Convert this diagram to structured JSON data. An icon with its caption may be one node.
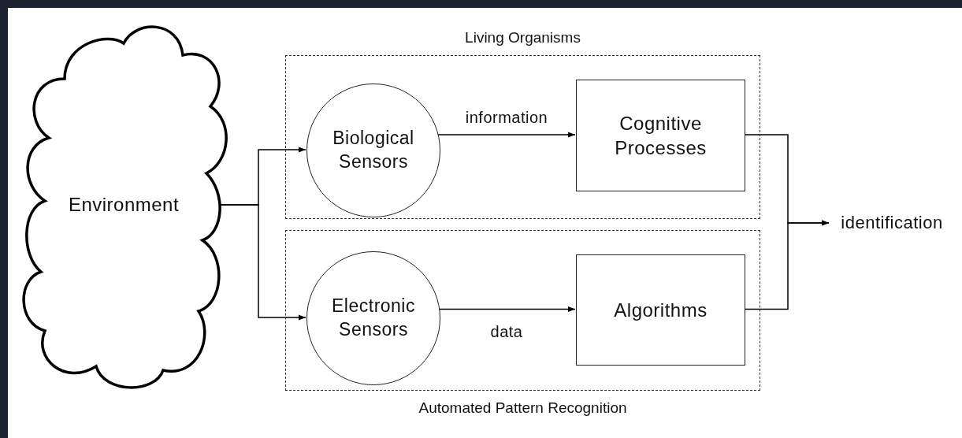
{
  "diagram": {
    "nodes": [
      {
        "text": [
          "Environment"
        ]
      },
      {
        "text": [
          "Living Organisms"
        ]
      },
      {
        "text": [
          "Biological Sensors"
        ],
        "in": 1
      },
      {
        "text": [
          "Cognitive Processes"
        ],
        "in": 1
      },
      {
        "text": [
          "Automated Pattern Recognition"
        ]
      },
      {
        "text": [
          "Electronic Sensors"
        ],
        "in": 4
      },
      {
        "text": [
          "Algorithms"
        ],
        "in": 4
      },
      {
        "text": [
          "identification"
        ]
      }
    ],
    "edges": [
      {
        "from": 0,
        "to": 2,
        "arrow": "to"
      },
      {
        "from": 0,
        "to": 5,
        "arrow": "to"
      },
      {
        "from": 2,
        "to": 3,
        "arrow": "to",
        "label": "information"
      },
      {
        "from": 5,
        "to": 6,
        "arrow": "to",
        "label": "data"
      },
      {
        "from": 3,
        "to": 7,
        "arrow": "to"
      },
      {
        "from": 6,
        "to": 7,
        "arrow": "to"
      }
    ]
  }
}
